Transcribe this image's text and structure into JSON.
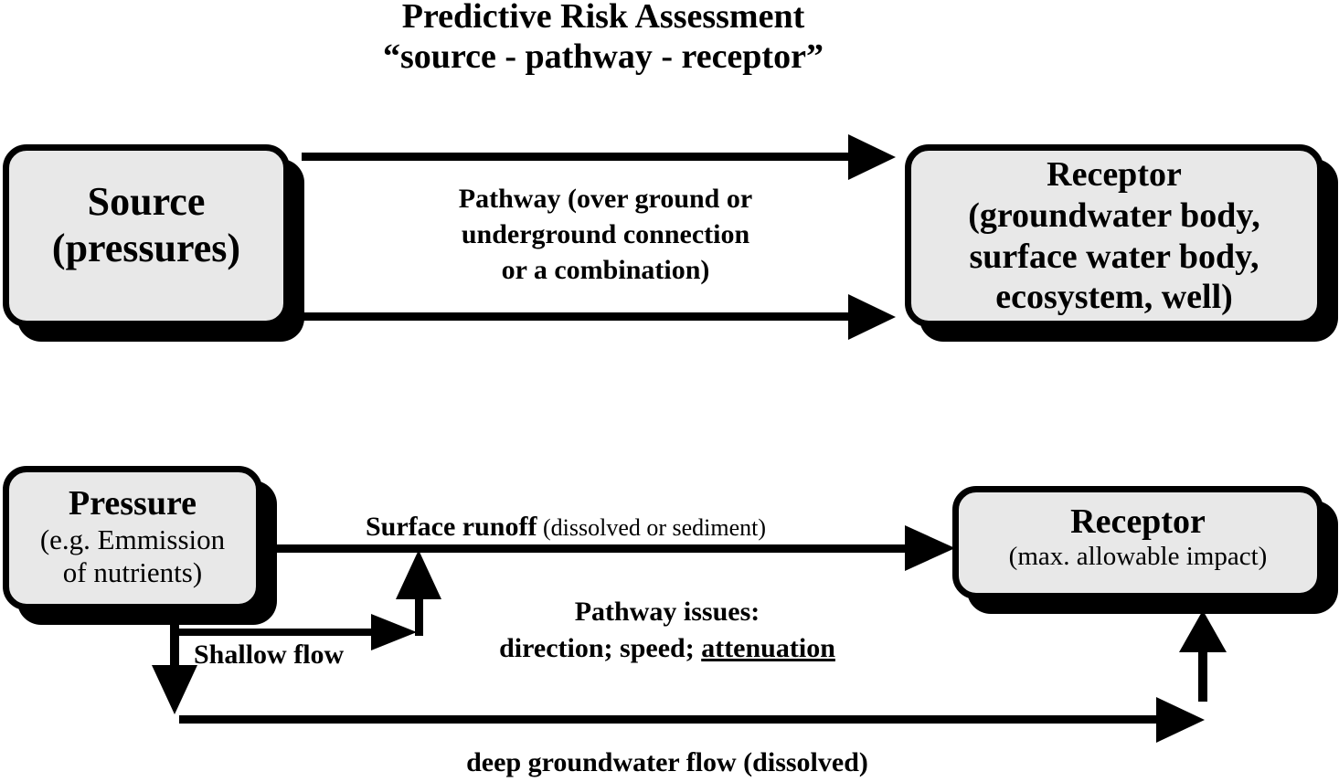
{
  "title": {
    "line1": "Predictive Risk Assessment",
    "line2": "“source - pathway - receptor”"
  },
  "top": {
    "source": {
      "line1": "Source",
      "line2": "(pressures)"
    },
    "pathway": {
      "line1": "Pathway (over ground or",
      "line2": "underground connection",
      "line3": "or a combination)"
    },
    "receptor": {
      "line1": "Receptor",
      "line2": "(groundwater body,",
      "line3": "surface water body,",
      "line4": "ecosystem, well)"
    }
  },
  "bottom": {
    "pressure": {
      "title": "Pressure",
      "line1": "(e.g. Emmission",
      "line2": "of nutrients)"
    },
    "receptor": {
      "title": "Receptor",
      "line1": "(max. allowable impact)"
    },
    "surface_runoff": {
      "bold": "Surface runoff",
      "normal": " (dissolved or sediment)"
    },
    "shallow_flow": "Shallow flow",
    "pathway_issues": {
      "line1": "Pathway issues:",
      "line2": "direction; speed; ",
      "line2_underlined": "attenuation"
    },
    "deep_flow": "deep groundwater flow (dissolved)"
  },
  "colors": {
    "box_fill": "#e8e8e8",
    "stroke": "#000000",
    "background": "#ffffff"
  }
}
